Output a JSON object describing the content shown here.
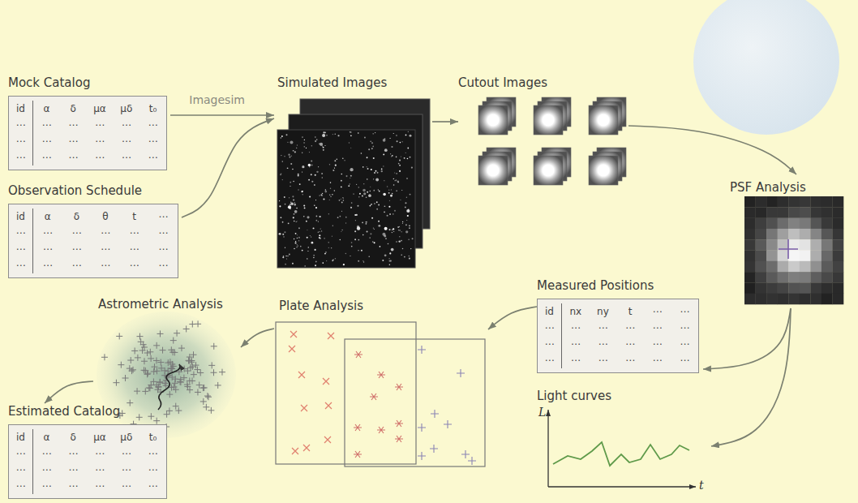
{
  "diagram": {
    "nodes": [
      {
        "text": [
          "Mock Catalog",
          "id",
          "α",
          "δ",
          "μα",
          "μδ",
          "t₀",
          "⋯",
          "⋯",
          "⋯",
          "⋯",
          "⋯",
          "⋯",
          "⋯",
          "⋯",
          "⋯",
          "⋯",
          "⋯",
          "⋯",
          "⋯",
          "⋯",
          "⋯",
          "⋯",
          "⋯",
          "⋯"
        ]
      },
      {
        "text": [
          "Observation Schedule",
          "id",
          "α",
          "δ",
          "θ",
          "t",
          "⋯",
          "⋯",
          "⋯",
          "⋯",
          "⋯",
          "⋯",
          "⋯",
          "⋯",
          "⋯",
          "⋯",
          "⋯",
          "⋯",
          "⋯",
          "⋯",
          "⋯",
          "⋯",
          "⋯",
          "⋯",
          "⋯"
        ]
      },
      {
        "text": [
          "Simulated Images"
        ]
      },
      {
        "text": [
          "Cutout Images"
        ]
      },
      {
        "text": [
          "PSF Analysis"
        ]
      },
      {
        "text": [
          "Measured Positions",
          "id",
          "nx",
          "ny",
          "t",
          "⋯",
          "⋯",
          "⋯",
          "⋯",
          "⋯",
          "⋯",
          "⋯",
          "⋯",
          "⋯",
          "⋯",
          "⋯",
          "⋯",
          "⋯",
          "⋯",
          "⋯",
          "⋯",
          "⋯",
          "⋯",
          "⋯",
          "⋯"
        ]
      },
      {
        "text": [
          "Light curves",
          "L",
          "t"
        ]
      },
      {
        "text": [
          "Plate Analysis"
        ]
      },
      {
        "text": [
          "Astrometric Analysis"
        ]
      },
      {
        "text": [
          "Estimated Catalog",
          "id",
          "α",
          "δ",
          "μα",
          "μδ",
          "t₀",
          "⋯",
          "⋯",
          "⋯",
          "⋯",
          "⋯",
          "⋯",
          "⋯",
          "⋯",
          "⋯",
          "⋯",
          "⋯",
          "⋯",
          "⋯",
          "⋯",
          "⋯",
          "⋯",
          "⋯",
          "⋯"
        ]
      }
    ],
    "edges": [
      {
        "from": 0,
        "to": 2,
        "arrow": "to",
        "label": "Imagesim"
      },
      {
        "from": 1,
        "to": 2,
        "arrow": "to"
      },
      {
        "from": 2,
        "to": 3,
        "arrow": "to"
      },
      {
        "from": 3,
        "to": 4,
        "arrow": "to"
      },
      {
        "from": 4,
        "to": 5,
        "arrow": "to"
      },
      {
        "from": 4,
        "to": 6,
        "arrow": "to"
      },
      {
        "from": 5,
        "to": 7,
        "arrow": "to"
      },
      {
        "from": 7,
        "to": 8,
        "arrow": "to"
      },
      {
        "from": 8,
        "to": 9,
        "arrow": "to"
      }
    ]
  }
}
